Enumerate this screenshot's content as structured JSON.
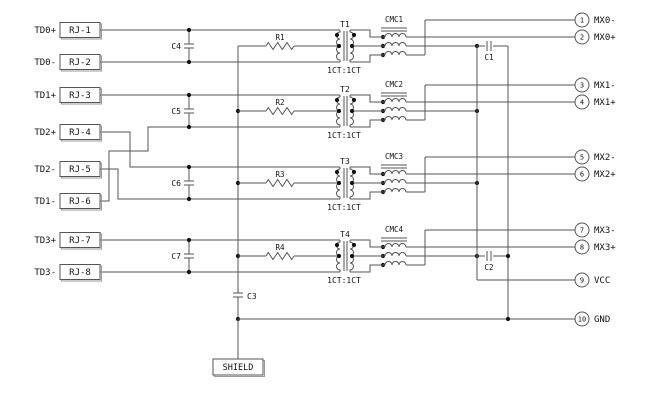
{
  "schematic": {
    "inputs": [
      {
        "signal": "TD0+",
        "pin": "RJ-1"
      },
      {
        "signal": "TD0-",
        "pin": "RJ-2"
      },
      {
        "signal": "TD1+",
        "pin": "RJ-3"
      },
      {
        "signal": "TD2+",
        "pin": "RJ-4"
      },
      {
        "signal": "TD2-",
        "pin": "RJ-5"
      },
      {
        "signal": "TD1-",
        "pin": "RJ-6"
      },
      {
        "signal": "TD3+",
        "pin": "RJ-7"
      },
      {
        "signal": "TD3-",
        "pin": "RJ-8"
      }
    ],
    "channels": [
      {
        "transformer": "T1",
        "ratio": "1CT:1CT",
        "choke": "CMC1",
        "resistor": "R1",
        "line_cap": "C4"
      },
      {
        "transformer": "T2",
        "ratio": "1CT:1CT",
        "choke": "CMC2",
        "resistor": "R2",
        "line_cap": "C5"
      },
      {
        "transformer": "T3",
        "ratio": "1CT:1CT",
        "choke": "CMC3",
        "resistor": "R3",
        "line_cap": "C6"
      },
      {
        "transformer": "T4",
        "ratio": "1CT:1CT",
        "choke": "CMC4",
        "resistor": "R4",
        "line_cap": "C7"
      }
    ],
    "bypass_caps": {
      "top": "C1",
      "bottom": "C2",
      "shield_cap": "C3"
    },
    "outputs": [
      {
        "num": "1",
        "label": "MX0-"
      },
      {
        "num": "2",
        "label": "MX0+"
      },
      {
        "num": "3",
        "label": "MX1-"
      },
      {
        "num": "4",
        "label": "MX1+"
      },
      {
        "num": "5",
        "label": "MX2-"
      },
      {
        "num": "6",
        "label": "MX2+"
      },
      {
        "num": "7",
        "label": "MX3-"
      },
      {
        "num": "8",
        "label": "MX3+"
      },
      {
        "num": "9",
        "label": "VCC"
      },
      {
        "num": "10",
        "label": "GND"
      }
    ],
    "shield_label": "SHIELD",
    "colors": {
      "wire": "#555555",
      "shadow": "#9a9a9a",
      "text": "#111111",
      "dot": "#111111",
      "background": "#ffffff"
    }
  }
}
